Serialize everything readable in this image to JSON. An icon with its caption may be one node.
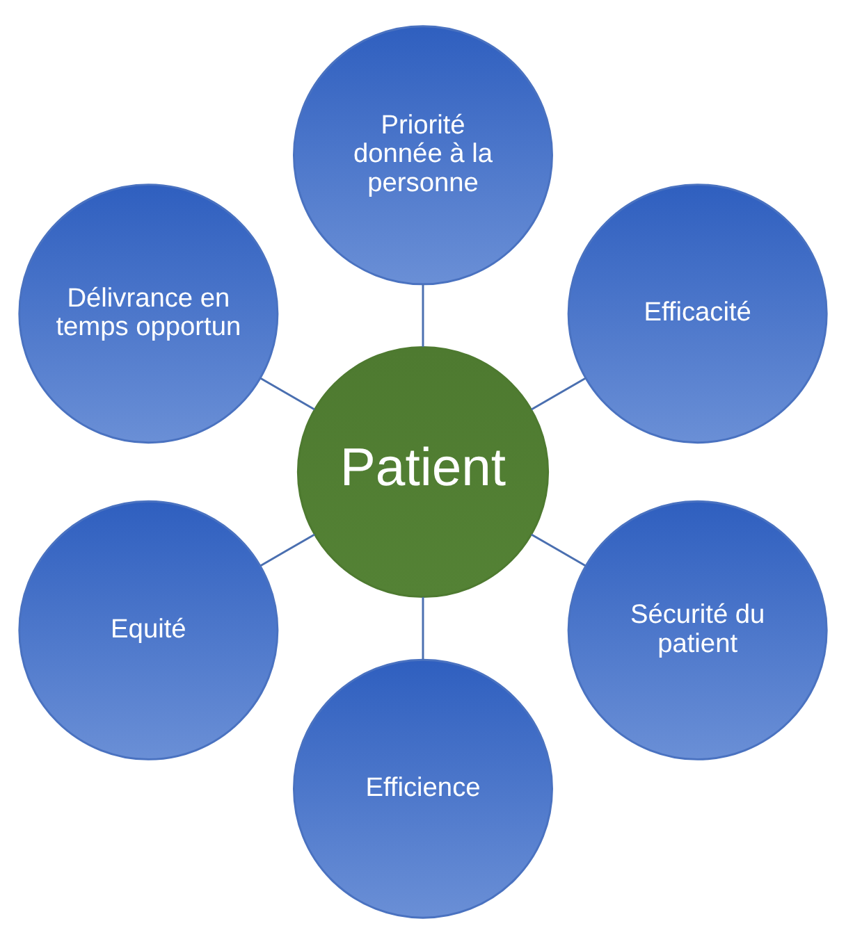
{
  "diagram": {
    "nodes": [
      {
        "text": [
          "Patient"
        ]
      },
      {
        "text": [
          "Efficacité"
        ]
      },
      {
        "text": [
          "Priorité donnée à la personne"
        ]
      },
      {
        "text": [
          "Délivrance en temps opportun"
        ]
      },
      {
        "text": [
          "Equité"
        ]
      },
      {
        "text": [
          "Efficience"
        ]
      },
      {
        "text": [
          "Sécurité du patient"
        ]
      }
    ],
    "edges": [
      {
        "from": 0,
        "to": 1,
        "arrow": "none"
      },
      {
        "from": 0,
        "to": 2,
        "arrow": "none"
      },
      {
        "from": 0,
        "to": 3,
        "arrow": "none"
      },
      {
        "from": 0,
        "to": 4,
        "arrow": "none"
      },
      {
        "from": 0,
        "to": 5,
        "arrow": "none"
      },
      {
        "from": 0,
        "to": 6,
        "arrow": "none"
      }
    ]
  }
}
